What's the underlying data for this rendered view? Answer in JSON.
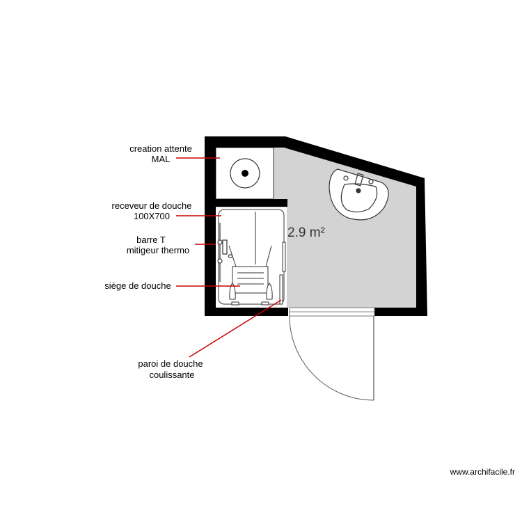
{
  "plan": {
    "area_label": "2.9 m²",
    "annotations": [
      {
        "id": "mal",
        "lines": [
          "creation attente",
          "MAL"
        ]
      },
      {
        "id": "receveur",
        "lines": [
          "receveur de douche",
          "100X700"
        ]
      },
      {
        "id": "barre",
        "lines": [
          "barre T",
          "mitigeur thermo"
        ]
      },
      {
        "id": "siege",
        "lines": [
          "siège de douche"
        ]
      },
      {
        "id": "paroi",
        "lines": [
          "paroi de douche",
          "coulissante"
        ]
      }
    ],
    "watermark": "www.archifacile.fr",
    "colors": {
      "wall": "#000000",
      "floor": "#d3d3d3",
      "annotation_line": "#cc0000",
      "fixture_stroke": "#333333"
    }
  }
}
